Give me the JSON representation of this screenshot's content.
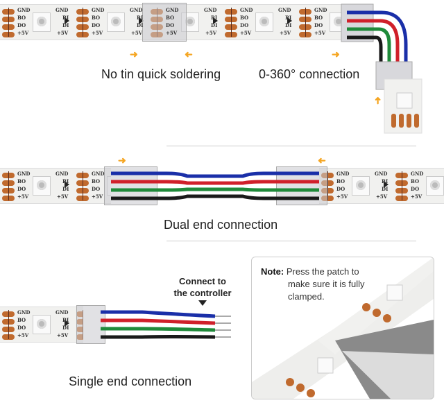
{
  "pad_labels": {
    "gnd": "GND",
    "bi": "BI",
    "bo": "BO",
    "di": "DI",
    "do": "DO",
    "vcc": "+5V"
  },
  "captions": {
    "no_tin": "No tin quick soldering",
    "rotation": "0-360° connection",
    "dual": "Dual end connection",
    "single": "Single end connection",
    "controller_line1": "Connect to",
    "controller_line2": "the controller"
  },
  "note": {
    "label": "Note:",
    "text_line1": "Press the patch to",
    "text_line2": "make sure it is fully",
    "text_line3": "clamped."
  },
  "wire_colors": {
    "blue": "#1a2fa8",
    "red": "#d0202a",
    "green": "#1f8a3a",
    "black": "#1a1a1a"
  },
  "colors": {
    "arrow": "#f5a623",
    "pad": "#c06a2e"
  },
  "icons": {
    "arrow": "arrow-icon",
    "pointer": "triangle-down-icon"
  }
}
